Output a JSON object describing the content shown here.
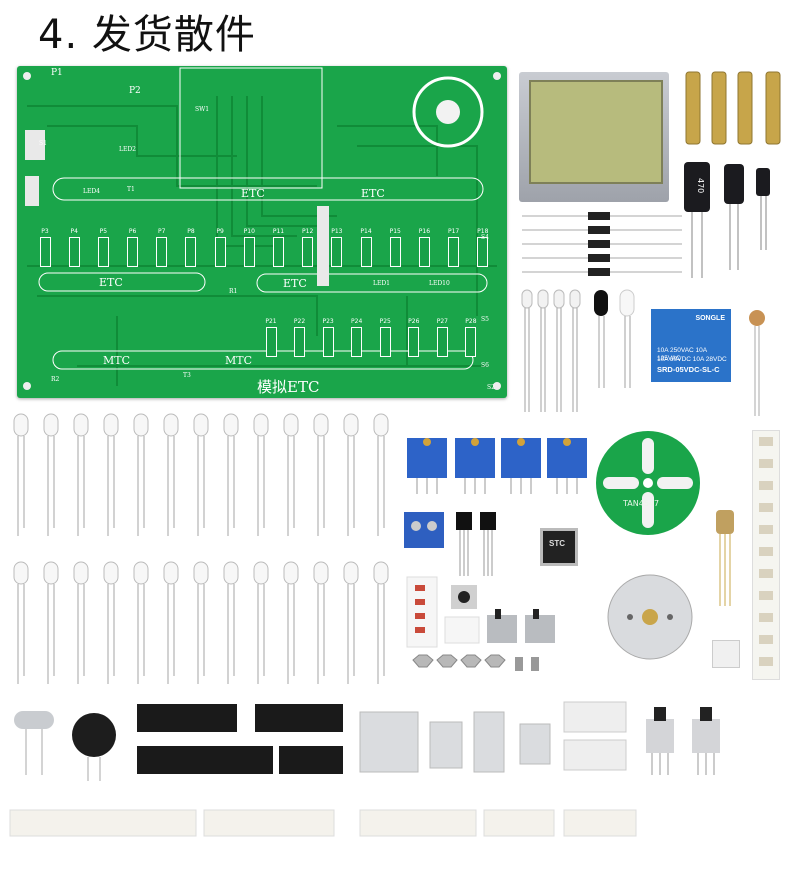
{
  "title": "4. 发货散件",
  "pcb": {
    "labels": [
      "ETC",
      "ETC",
      "ETC",
      "ETC",
      "MTC",
      "MTC",
      "模拟ETC"
    ],
    "small_top": [
      "P1",
      "P2",
      "LED2",
      "LED4",
      "T1",
      "SW1",
      "S4",
      "S5",
      "S6",
      "S1",
      "S2",
      "LED1",
      "LED10",
      "R1",
      "R2",
      "T3"
    ],
    "p_top": [
      "P3",
      "P4",
      "P5",
      "P6",
      "P7",
      "P8",
      "P9",
      "P10",
      "P11",
      "P12",
      "P13",
      "P14",
      "P15",
      "P16",
      "P17",
      "P18"
    ],
    "p_bottom": [
      "P21",
      "P22",
      "P23",
      "P24",
      "P25",
      "P26",
      "P27",
      "P28"
    ]
  },
  "relay": {
    "brand": "SONGLE",
    "lines": [
      "10A 250VAC   10A 125VAC",
      "10A  30VDC   10A  28VDC"
    ],
    "model": "SRD-05VDC-SL-C"
  },
  "capacitor_label": "470",
  "disc_label": "TAN4547",
  "chip_label": "STC",
  "colors": {
    "pcb_green": "#1aa54a",
    "lcd": "#b7bb7d",
    "relay_blue": "#2b73c9",
    "potentiometer_blue": "#2d63c8",
    "brass": "#c7a54a"
  }
}
